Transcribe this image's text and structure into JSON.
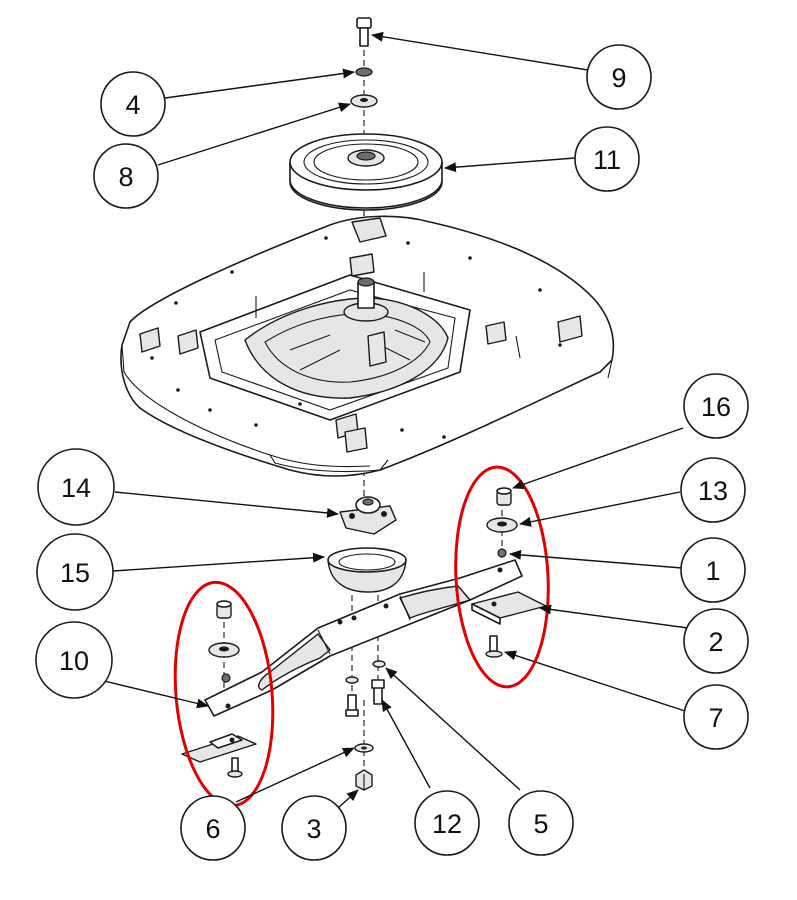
{
  "callouts": [
    {
      "id": "c9",
      "label": "9"
    },
    {
      "id": "c4",
      "label": "4"
    },
    {
      "id": "c8",
      "label": "8"
    },
    {
      "id": "c11",
      "label": "11"
    },
    {
      "id": "c16",
      "label": "16"
    },
    {
      "id": "c14",
      "label": "14"
    },
    {
      "id": "c13",
      "label": "13"
    },
    {
      "id": "c15",
      "label": "15"
    },
    {
      "id": "c1",
      "label": "1"
    },
    {
      "id": "c2",
      "label": "2"
    },
    {
      "id": "c10",
      "label": "10"
    },
    {
      "id": "c7",
      "label": "7"
    },
    {
      "id": "c6",
      "label": "6"
    },
    {
      "id": "c3",
      "label": "3"
    },
    {
      "id": "c12",
      "label": "12"
    },
    {
      "id": "c5",
      "label": "5"
    }
  ],
  "highlight_color": "#e00000"
}
